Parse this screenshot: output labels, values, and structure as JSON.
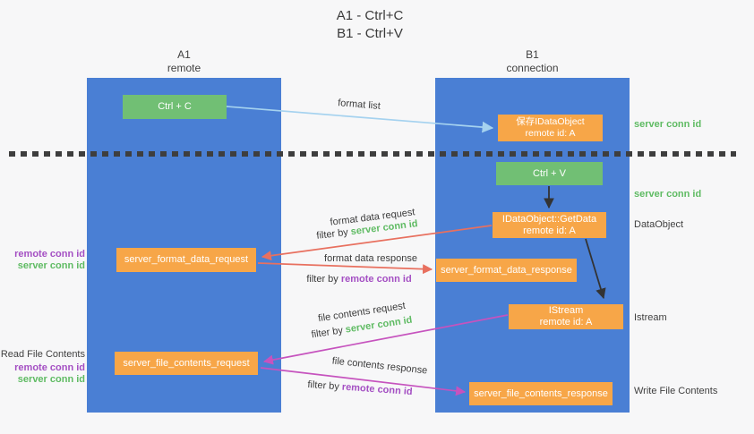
{
  "title": {
    "line1": "A1 - Ctrl+C",
    "line2": "B1 - Ctrl+V"
  },
  "lanes": {
    "a1": {
      "name": "A1",
      "subtitle": "remote"
    },
    "b1": {
      "name": "B1",
      "subtitle": "connection"
    }
  },
  "nodes": {
    "ctrl_c": {
      "label": "Ctrl + C"
    },
    "save_dataobject": {
      "line1": "保存IDataObject",
      "line2": "remote id: A"
    },
    "ctrl_v": {
      "label": "Ctrl + V"
    },
    "getdata": {
      "line1": "IDataObject::GetData",
      "line2": "remote id: A"
    },
    "format_request": {
      "label": "server_format_data_request"
    },
    "format_response": {
      "label": "server_format_data_response"
    },
    "istream": {
      "line1": "IStream",
      "line2": "remote id: A"
    },
    "file_request": {
      "label": "server_file_contents_request"
    },
    "file_response": {
      "label": "server_file_contents_response"
    }
  },
  "arrow_labels": {
    "format_list": "format list",
    "format_data_request": "format data request",
    "format_data_response": "format data response",
    "file_contents_request": "file contents request",
    "file_contents_response": "file contents response",
    "filter_by": "filter by ",
    "server_conn_id": "server conn id",
    "remote_conn_id": "remote conn id"
  },
  "side_labels": {
    "left": {
      "remote_conn_id": "remote conn id",
      "server_conn_id": "server conn id",
      "read_file_contents": "Read File Contents"
    },
    "right": {
      "server_conn_id_top": "server conn id",
      "server_conn_id_mid": "server conn id",
      "dataobject": "DataObject",
      "istream": "Istream",
      "write_file_contents": "Write File Contents"
    }
  },
  "colors": {
    "lane_blue": "#4a7fd4",
    "green_box": "#71bf74",
    "orange_box": "#f7a648",
    "green_text": "#5fbb63",
    "purple_text": "#a44fc3",
    "red_arrow": "#e8705f",
    "magenta_arrow": "#c653be",
    "light_blue_arrow": "#a5d2ef",
    "black_arrow": "#333333",
    "dark_text": "#3c3c3c"
  }
}
